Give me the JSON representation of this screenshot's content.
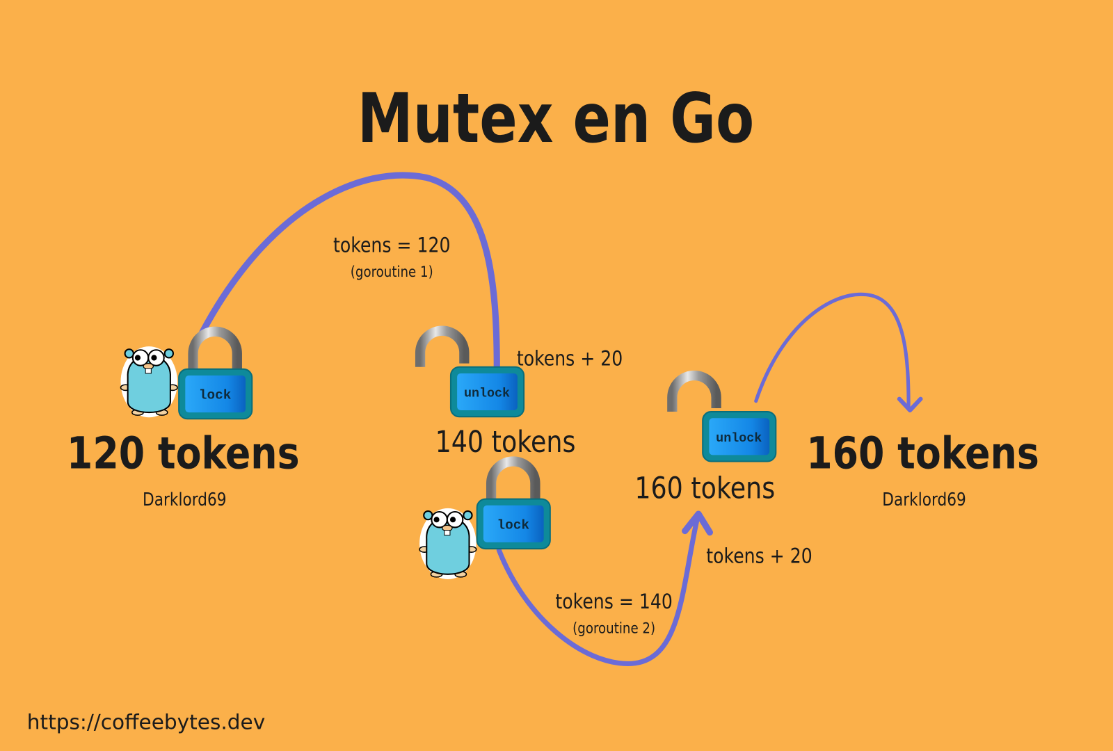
{
  "title": "Mutex en Go",
  "colors": {
    "background": "#fbb04a",
    "arrow": "#6b6bd6",
    "lock_body": "#0e8a9a",
    "lock_face": "#1e9bf0",
    "gopher": "#6fcfdf"
  },
  "left": {
    "tokens": "120 tokens",
    "user": "Darklord69",
    "lock_label": "lock"
  },
  "goroutine1": {
    "expr": "tokens = 120",
    "name": "(goroutine 1)",
    "increment": "tokens + 20",
    "unlock_label": "unlock",
    "result": "140 tokens"
  },
  "goroutine2": {
    "lock_label": "lock",
    "expr": "tokens = 140",
    "name": "(goroutine 2)",
    "increment": "tokens + 20",
    "unlock_label": "unlock",
    "result": "160 tokens"
  },
  "right": {
    "tokens": "160 tokens",
    "user": "Darklord69"
  },
  "footer": {
    "url": "https://coffeebytes.dev"
  }
}
